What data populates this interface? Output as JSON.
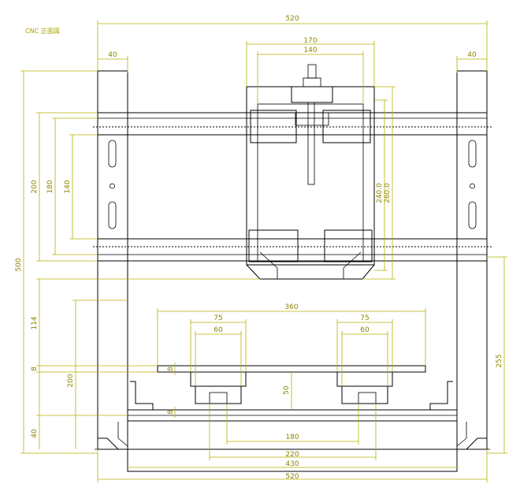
{
  "title": "CNC 正面図",
  "dims": {
    "top_width": "520",
    "left_col": "40",
    "right_col": "40",
    "head_170": "170",
    "head_140": "140",
    "h_200": "200",
    "h_180": "180",
    "h_140": "140",
    "h_240": "240.0",
    "h_260": "260.0",
    "total_500": "500",
    "h_114": "114",
    "h_8a": "8",
    "h_200b": "200",
    "h_40": "40",
    "table_360": "360",
    "l_75": "75",
    "l_60": "60",
    "r_75": "75",
    "r_60": "60",
    "table_t1": "8",
    "h_50": "50",
    "rail_t": "8",
    "b_180": "180",
    "b_220": "220",
    "b_430": "430",
    "bottom_520": "520",
    "right_255": "255"
  }
}
